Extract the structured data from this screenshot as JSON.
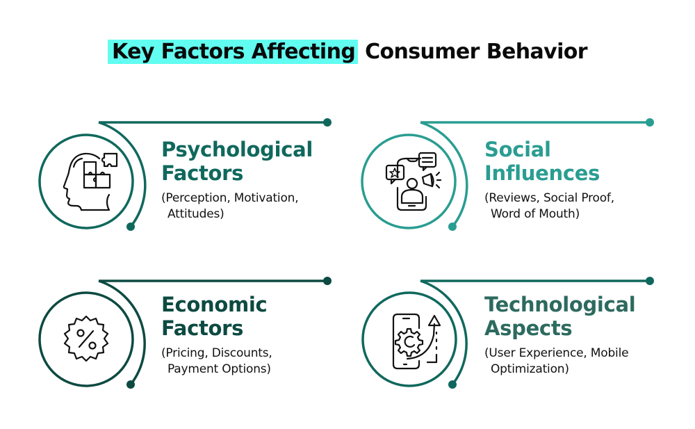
{
  "title": {
    "highlighted": "Key Factors Affecting",
    "rest": "Consumer Behavior",
    "highlight_color": "#62fdf1"
  },
  "cards": [
    {
      "title_line1": "Psychological",
      "title_line2": "Factors",
      "sub_line1": "(Perception, Motivation,",
      "sub_line2": "Attitudes)",
      "icon": "head-puzzle-icon",
      "color": "#10685d"
    },
    {
      "title_line1": "Social",
      "title_line2": "Influences",
      "sub_line1": "(Reviews, Social Proof,",
      "sub_line2": "Word of Mouth)",
      "icon": "phone-influencer-icon",
      "color": "#2a9d91"
    },
    {
      "title_line1": "Economic",
      "title_line2": "Factors",
      "sub_line1": "(Pricing, Discounts,",
      "sub_line2": "Payment Options)",
      "icon": "discount-badge-icon",
      "color": "#0d4a41"
    },
    {
      "title_line1": "Technological",
      "title_line2": "Aspects",
      "sub_line1": "(User Experience, Mobile",
      "sub_line2": "Optimization)",
      "icon": "mobile-gear-growth-icon",
      "color": "#2d6a5f"
    }
  ]
}
